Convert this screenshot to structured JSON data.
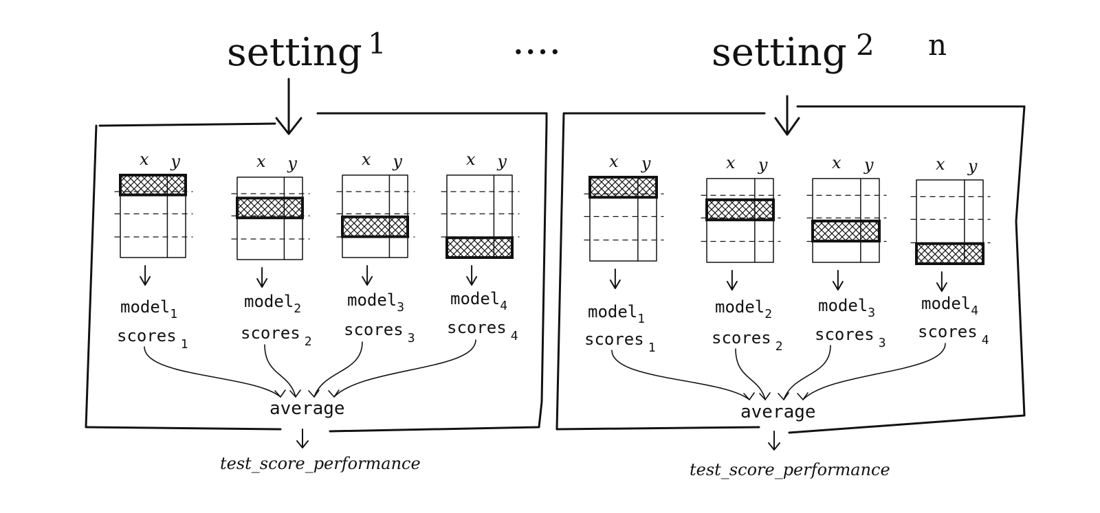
{
  "settings": [
    {
      "title": "setting",
      "number": "1",
      "folds": [
        {
          "model": "model",
          "model_sub": "1",
          "scores": "scores",
          "scores_sub": "1",
          "x_label": "x",
          "y_label": "y"
        },
        {
          "model": "model",
          "model_sub": "2",
          "scores": "scores",
          "scores_sub": "2",
          "x_label": "x",
          "y_label": "y"
        },
        {
          "model": "model",
          "model_sub": "3",
          "scores": "scores",
          "scores_sub": "3",
          "x_label": "x",
          "y_label": "y"
        },
        {
          "model": "model",
          "model_sub": "4",
          "scores": "scores",
          "scores_sub": "4",
          "x_label": "x",
          "y_label": "y"
        }
      ],
      "average": "average",
      "result": "test_score_performance"
    },
    {
      "title": "setting",
      "number": "2",
      "folds": [
        {
          "model": "model",
          "model_sub": "1",
          "scores": "scores",
          "scores_sub": "1",
          "x_label": "x",
          "y_label": "y"
        },
        {
          "model": "model",
          "model_sub": "2",
          "scores": "scores",
          "scores_sub": "2",
          "x_label": "x",
          "y_label": "y"
        },
        {
          "model": "model",
          "model_sub": "3",
          "scores": "scores",
          "scores_sub": "3",
          "x_label": "x",
          "y_label": "y"
        },
        {
          "model": "model",
          "model_sub": "4",
          "scores": "scores",
          "scores_sub": "4",
          "x_label": "x",
          "y_label": "y"
        }
      ],
      "average": "average",
      "result": "test_score_performance"
    }
  ],
  "ellipsis": "....",
  "last_setting_label": "n",
  "colors": {
    "ink": "#111111",
    "background": "#ffffff"
  }
}
